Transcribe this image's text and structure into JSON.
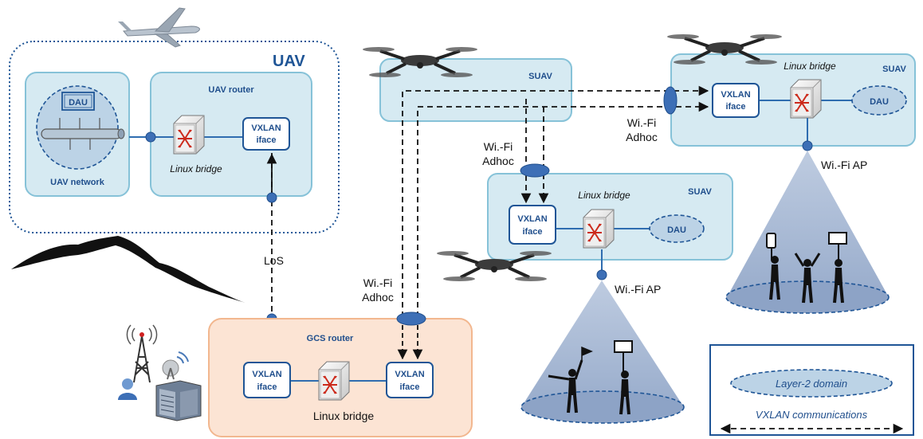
{
  "colors": {
    "accent_blue": "#1f5596",
    "pale_blue_fill": "#d6eaf2",
    "pale_blue_stroke": "#86c2d8",
    "orange_fill": "#fce4d4",
    "orange_stroke": "#f2b78f",
    "node_blue": "#3d6fb6",
    "cone_blue": "#9fb3d1"
  },
  "uav_domain": {
    "title": "UAV",
    "network_label": "UAV network",
    "dau_label": "DAU",
    "router_title": "UAV router",
    "vxlan_line1": "VXLAN",
    "vxlan_line2": "iface",
    "bridge_label": "Linux bridge"
  },
  "link_labels": {
    "los": "LoS",
    "wifi_adhoc_l1": "Wi.-Fi",
    "wifi_adhoc_l2": "Adhoc",
    "wifi_ap": "Wi.-Fi AP"
  },
  "suav_top": {
    "title": "SUAV"
  },
  "suav_right": {
    "title": "SUAV",
    "bridge_label": "Linux bridge",
    "vxlan_line1": "VXLAN",
    "vxlan_line2": "iface",
    "dau_label": "DAU"
  },
  "suav_mid": {
    "title": "SUAV",
    "bridge_label": "Linux bridge",
    "vxlan_line1": "VXLAN",
    "vxlan_line2": "iface",
    "dau_label": "DAU"
  },
  "gcs": {
    "title": "GCS router",
    "vxlan_line1": "VXLAN",
    "vxlan_line2": "iface",
    "bridge_label": "Linux bridge"
  },
  "legend": {
    "layer2": "Layer-2 domain",
    "vxlan_comm": "VXLAN communications"
  },
  "icons": [
    "airplane-icon",
    "quadcopter-icon",
    "mountain-icon",
    "antenna-tower-icon",
    "satellite-dish-icon",
    "server-rack-icon",
    "user-icon",
    "router-switch-icon",
    "person-icon"
  ]
}
